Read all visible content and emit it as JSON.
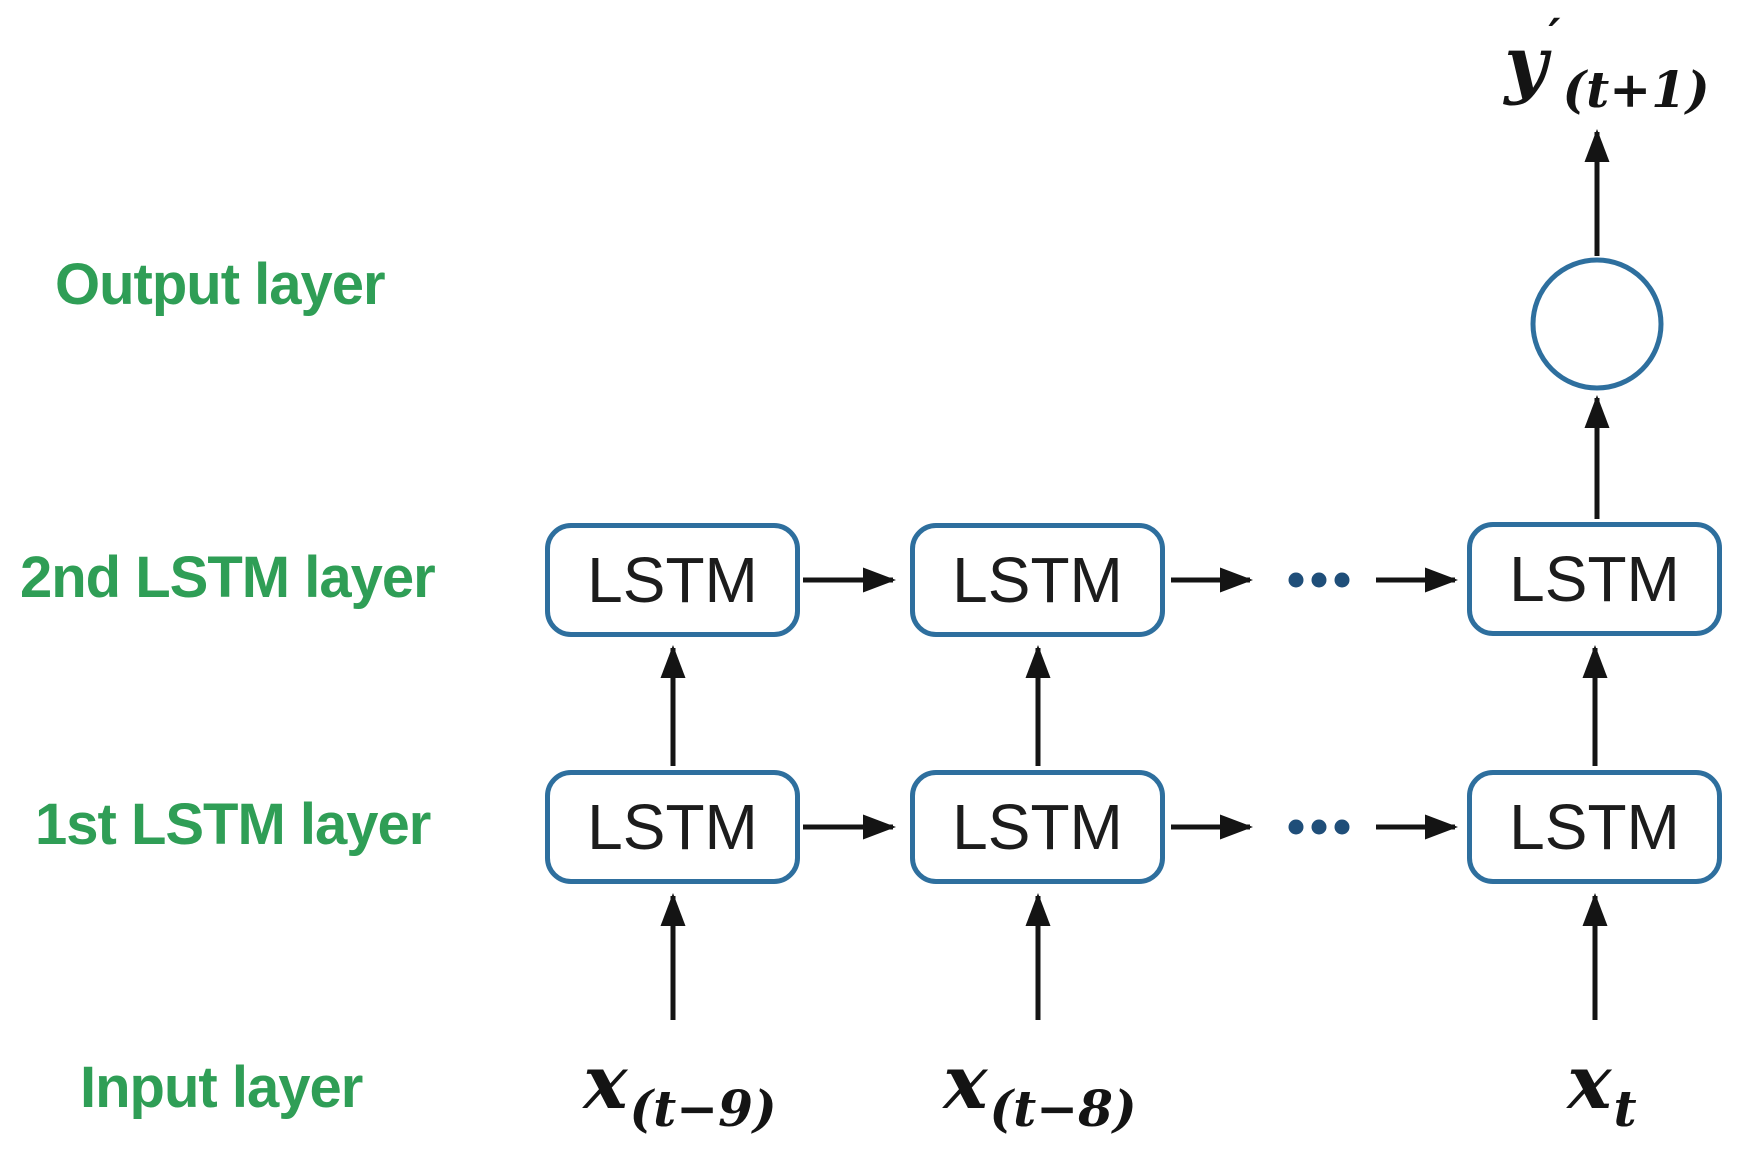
{
  "colors": {
    "layer_label_green": "#2f9e56",
    "box_border_blue": "#2e6f9e",
    "ellipsis_dots_blue": "#1f4e79",
    "arrow_black": "#141414",
    "background": "#ffffff"
  },
  "layer_labels": [
    {
      "label": "Output layer"
    },
    {
      "label": "2nd LSTM layer"
    },
    {
      "label": "1st LSTM layer"
    },
    {
      "label": "Input layer"
    }
  ],
  "cells": {
    "label": "LSTM"
  },
  "output_node": {
    "base": "y",
    "prime": "′",
    "sub": "(t+1)"
  },
  "inputs": [
    {
      "base": "x",
      "sub": "(t−9)"
    },
    {
      "base": "x",
      "sub": "(t−8)"
    },
    {
      "base": "x",
      "sub": "t"
    }
  ]
}
